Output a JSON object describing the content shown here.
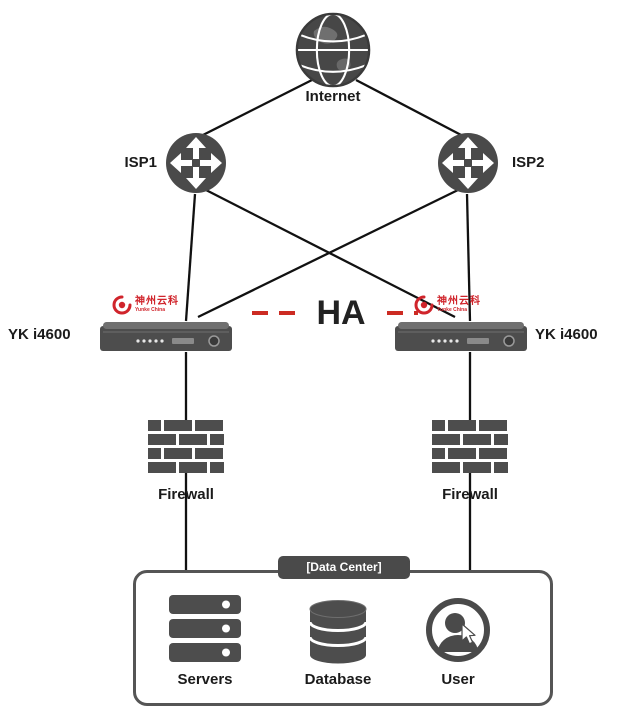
{
  "nodes": {
    "internet": {
      "label": "Internet"
    },
    "isp1": {
      "label": "ISP1"
    },
    "isp2": {
      "label": "ISP2"
    },
    "yk_left": {
      "label": "YK i4600",
      "brand": "神州云科",
      "brand_sub": "Yunke China"
    },
    "yk_right": {
      "label": "YK i4600",
      "brand": "神州云科",
      "brand_sub": "Yunke China"
    },
    "ha_link": {
      "label": "HA"
    },
    "firewall_left": {
      "label": "Firewall"
    },
    "firewall_right": {
      "label": "Firewall"
    },
    "data_center": {
      "label": "[Data Center]",
      "servers": {
        "label": "Servers"
      },
      "database": {
        "label": "Database"
      },
      "user": {
        "label": "User"
      }
    }
  },
  "colors": {
    "icon_gray": "#4a4a4a",
    "line_black": "#111111",
    "ha_red": "#cc2b23",
    "brand_red": "#d0242b"
  }
}
